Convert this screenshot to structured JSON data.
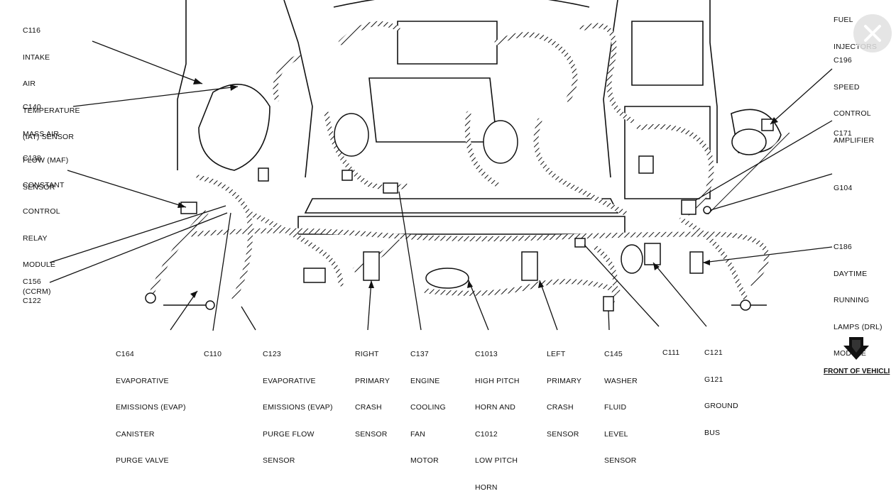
{
  "labels": {
    "c116": [
      "C116",
      "INTAKE",
      "AIR",
      "TEMPERATURE",
      "(IAT) SENSOR"
    ],
    "c140": [
      "C140",
      "MASS AIR",
      "FLOW (MAF)",
      "SENSOR"
    ],
    "c138": [
      "C138",
      "CONSTANT",
      "CONTROL",
      "RELAY",
      "MODULE",
      "(CCRM)"
    ],
    "c156": [
      "C156"
    ],
    "c122": [
      "C122"
    ],
    "c164": [
      "C164",
      "EVAPORATIVE",
      "EMISSIONS (EVAP)",
      "CANISTER",
      "PURGE VALVE"
    ],
    "c110": [
      "C110"
    ],
    "c123": [
      "C123",
      "EVAPORATIVE",
      "EMISSIONS (EVAP)",
      "PURGE FLOW",
      "SENSOR"
    ],
    "right_crash": [
      "RIGHT",
      "PRIMARY",
      "CRASH",
      "SENSOR"
    ],
    "c137": [
      "C137",
      "ENGINE",
      "COOLING",
      "FAN",
      "MOTOR"
    ],
    "c1013": [
      "C1013",
      "HIGH PITCH",
      "HORN AND",
      "C1012",
      "LOW PITCH",
      "HORN"
    ],
    "left_crash": [
      "LEFT",
      "PRIMARY",
      "CRASH",
      "SENSOR"
    ],
    "c145": [
      "C145",
      "WASHER",
      "FLUID",
      "LEVEL",
      "SENSOR"
    ],
    "c111": [
      "C111"
    ],
    "c121": [
      "C121",
      "G121",
      "GROUND",
      "BUS"
    ],
    "fuel": [
      "FUEL",
      "INJECTORS"
    ],
    "c196": [
      "C196",
      "SPEED",
      "CONTROL",
      "AMPLIFIER"
    ],
    "c171": [
      "C171"
    ],
    "g104": [
      "G104"
    ],
    "c186": [
      "C186",
      "DAYTIME",
      "RUNNING",
      "LAMPS (DRL)",
      "MODULE"
    ]
  },
  "front_label": "FRONT OF VEHICLI",
  "close_icon": "close-icon",
  "colors": {
    "ink": "#111111",
    "paper": "#ffffff"
  }
}
